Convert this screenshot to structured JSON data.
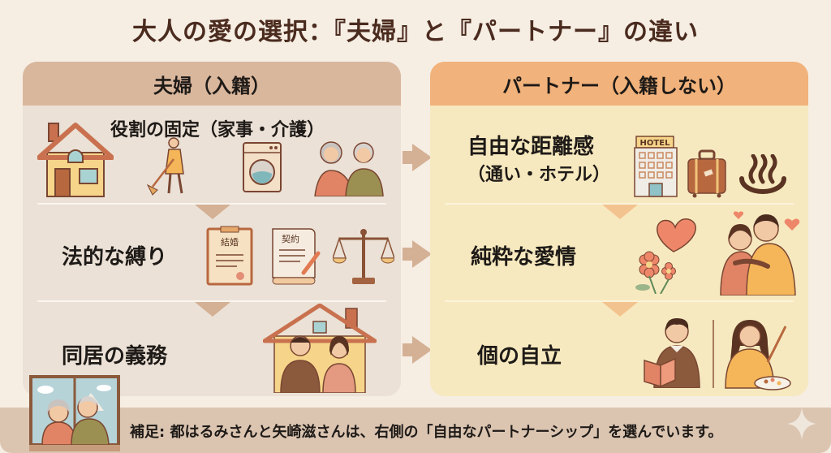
{
  "title": "大人の愛の選択：『夫婦』と『パートナー』の違い",
  "colors": {
    "background": "#f6ede3",
    "title": "#4a2b1e",
    "left_panel_bg": "#ebe1d6",
    "left_header_bg": "#d9b79d",
    "right_panel_bg": "#f7e9bf",
    "right_header_bg": "#f1b27b",
    "arrow_left": "#d4b094",
    "arrow_right": "#f3c38f",
    "footer_bg": "#dbc5b1"
  },
  "left_panel": {
    "header": "夫婦（入籍）",
    "rows": [
      {
        "label": "役割の固定（家事・介護）",
        "icons": [
          "house-icon",
          "sweeping-woman-icon",
          "washing-machine-icon",
          "elderly-care-icon"
        ]
      },
      {
        "label": "法的な縛り",
        "icons": [
          "marriage-certificate-icon",
          "contract-icon",
          "scales-icon"
        ],
        "certificate_text": "結婚",
        "contract_text": "契約"
      },
      {
        "label": "同居の義務",
        "icons": [
          "couple-in-house-icon"
        ]
      }
    ]
  },
  "right_panel": {
    "header": "パートナー（入籍しない）",
    "rows": [
      {
        "label_line1": "自由な距離感",
        "label_line2": "（通い・ホテル）",
        "icons": [
          "hotel-icon",
          "suitcase-icon",
          "hot-spring-icon"
        ],
        "hotel_sign": "HOTEL"
      },
      {
        "label": "純粋な愛情",
        "icons": [
          "heart-flowers-icon",
          "hugging-couple-icon"
        ]
      },
      {
        "label": "個の自立",
        "icons": [
          "man-reading-icon",
          "woman-painting-icon"
        ]
      }
    ]
  },
  "footer": {
    "text": "補足: 都はるみさんと矢崎滋さんは、右側の「自由なパートナーシップ」を選んでいます。",
    "icon": "elderly-couple-window-icon"
  }
}
